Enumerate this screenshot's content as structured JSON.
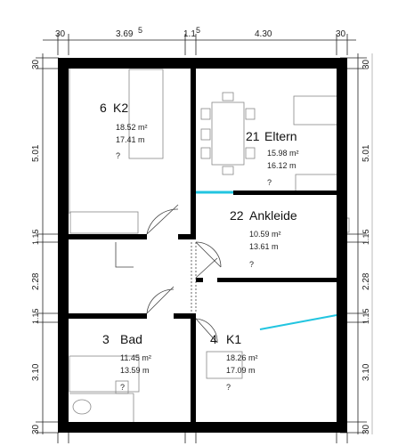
{
  "dimensions": {
    "top": [
      "30",
      "3.69",
      "5",
      "1.1",
      "5",
      "4.30",
      "30"
    ],
    "left": [
      "30",
      "5.01",
      "1.15",
      "2.28",
      "1.15",
      "3.10",
      "30"
    ],
    "right": [
      "30",
      "5.01",
      "1.15",
      "2.28",
      "1.15",
      "3.10",
      "30"
    ]
  },
  "rooms": [
    {
      "number": "6",
      "name": "K2",
      "area": "18.52 m²",
      "perimeter": "17.41 m",
      "note": "?"
    },
    {
      "number": "21",
      "name": "Eltern",
      "area": "15.98 m²",
      "perimeter": "16.12 m",
      "note": "?"
    },
    {
      "number": "22",
      "name": "Ankleide",
      "area": "10.59 m²",
      "perimeter": "13.61 m",
      "note": "?"
    },
    {
      "number": "3",
      "name": "Bad",
      "area": "11.45 m²",
      "perimeter": "13.59 m",
      "note": "?"
    },
    {
      "number": "4",
      "name": "K1",
      "area": "18.26 m²",
      "perimeter": "17.09 m",
      "note": "?"
    }
  ],
  "colors": {
    "wall": "#000000",
    "window_accent": "#22c5e0",
    "dimension": "#222222",
    "furniture": "#888888"
  }
}
